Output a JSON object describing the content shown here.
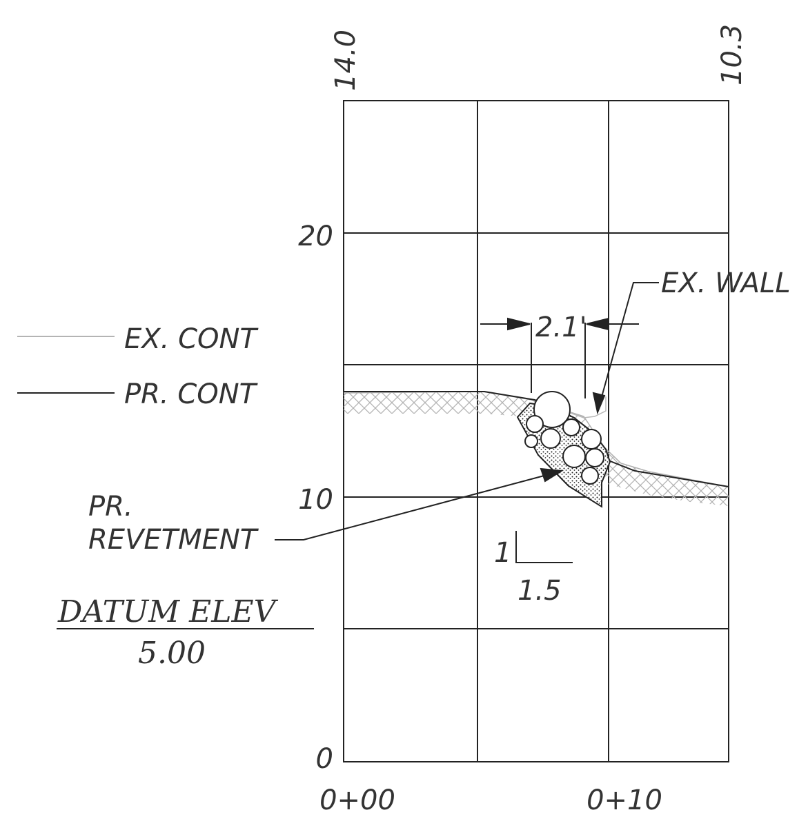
{
  "top_labels": {
    "left": "14.0",
    "right": "10.3"
  },
  "y_axis": {
    "ticks": [
      "20",
      "10",
      "0"
    ]
  },
  "x_axis": {
    "ticks": [
      "0+00",
      "0+10"
    ]
  },
  "legend": {
    "existing": "EX.  CONT",
    "proposed": "PR.  CONT"
  },
  "annotations": {
    "ex_wall": "EX.  WALL",
    "dimension": "2.1'",
    "revetment_line1": "PR.",
    "revetment_line2": "REVETMENT",
    "slope_rise": "1",
    "slope_run": "1.5"
  },
  "datum": {
    "title": "DATUM  ELEV",
    "value": "5.00"
  },
  "colors": {
    "line": "#222222",
    "existing": "#aaaaaa",
    "fill": "#444444"
  }
}
